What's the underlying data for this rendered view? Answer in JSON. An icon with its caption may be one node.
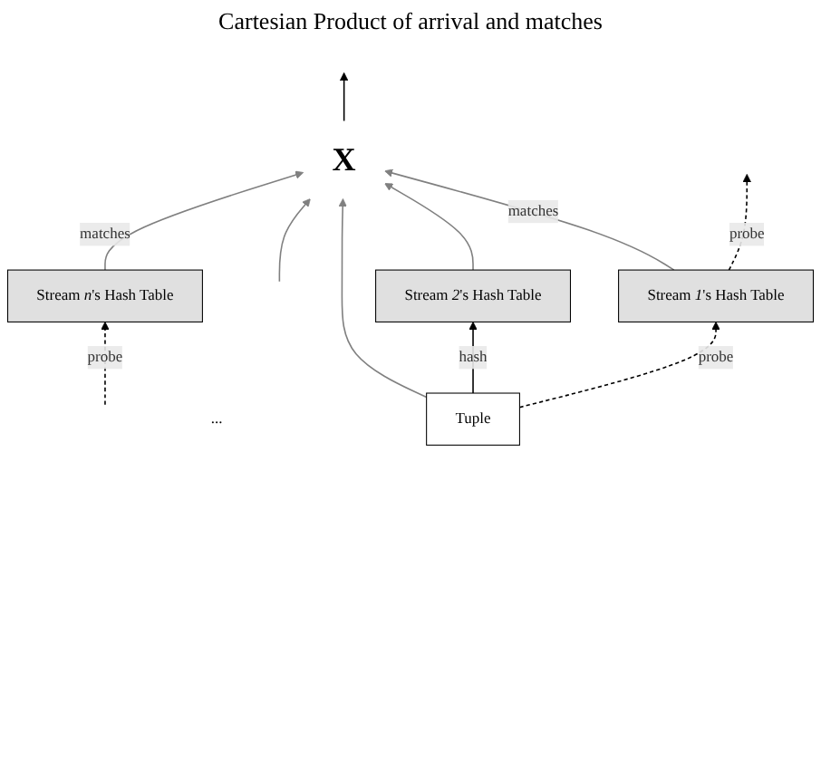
{
  "diagram": {
    "nodes": [
      {
        "text": [
          "X"
        ]
      },
      {
        "text": [
          "Stream *1*'s Hash Table"
        ]
      },
      {
        "text": [
          "Stream *2*'s Hash Table"
        ]
      },
      {
        "text": [
          "..."
        ]
      },
      {
        "text": [
          "Stream *n*'s Hash Table"
        ]
      },
      {
        "text": [
          "Tuple"
        ]
      }
    ],
    "edges": [
      {
        "from": 1,
        "to": 0,
        "arrow": "to",
        "label": "matches",
        "color": "#808080"
      },
      {
        "from": 2,
        "to": 0,
        "arrow": "to",
        "color": "#808080"
      },
      {
        "from": 5,
        "to": 0,
        "arrow": "to",
        "color": "#808080"
      },
      {
        "from": null,
        "to": 0,
        "arrow": "to",
        "color": "#808080"
      },
      {
        "from": 4,
        "to": 0,
        "arrow": "to",
        "label": "matches",
        "color": "#808080"
      },
      {
        "from": 5,
        "to": 1,
        "arrow": "to",
        "label": "probe",
        "style": "dashed",
        "color": "#000000"
      },
      {
        "from": 5,
        "to": 2,
        "arrow": "to",
        "label": "hash",
        "color": "#000000"
      },
      {
        "from": 1,
        "to": null,
        "arrow": "to",
        "label": "probe",
        "style": "dashed",
        "color": "#000000"
      },
      {
        "from": null,
        "to": 4,
        "arrow": "to",
        "label": "probe",
        "style": "dashed",
        "color": "#000000"
      },
      {
        "from": 0,
        "to": null,
        "arrow": "to",
        "color": "#000000"
      }
    ],
    "labels": [
      "Cartesian Product of arrival and matches"
    ]
  }
}
